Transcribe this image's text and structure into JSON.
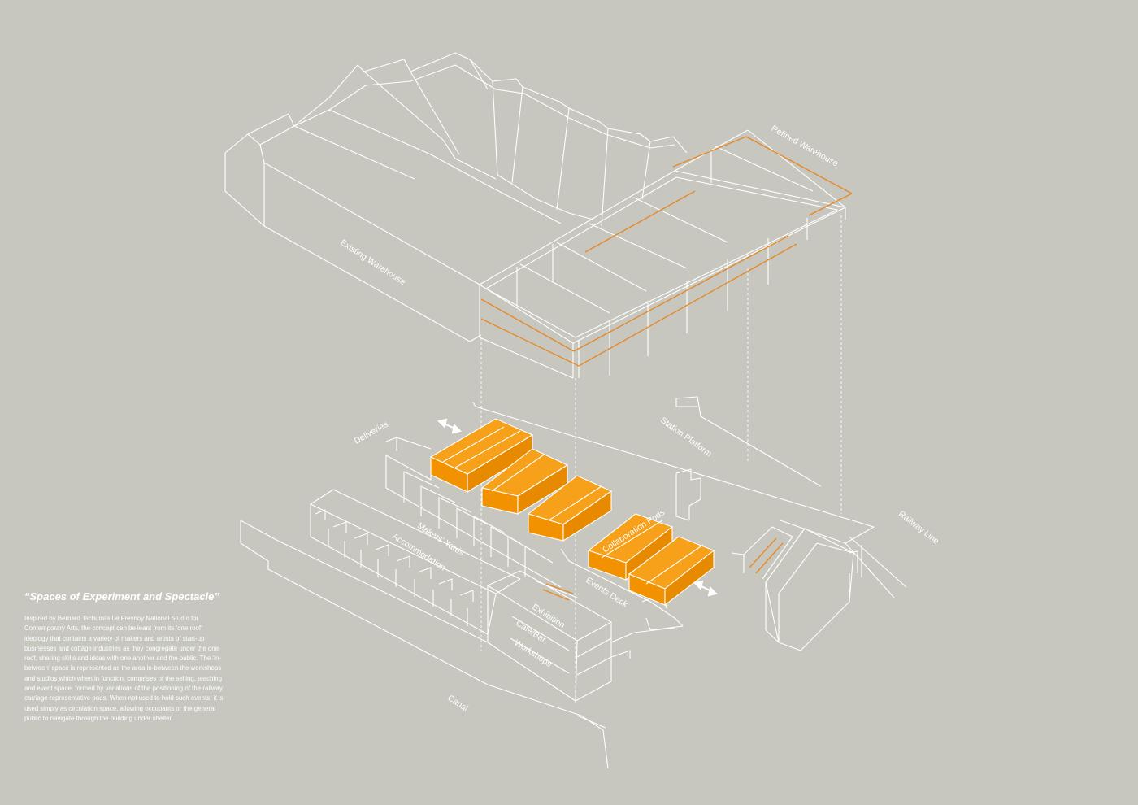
{
  "labels": {
    "existing_warehouse": "Existing Warehouse",
    "refined_warehouse": "Refined Warehouse",
    "deliveries": "Deliveries",
    "station_platform": "Station Platform",
    "railway_line": "Railway Line",
    "makers_yards": "Makers' Yards",
    "accommodation": "Accommodation",
    "collaboration_pods": "Collaboration Pods",
    "events_deck": "Events Deck",
    "exhibition": "Exhibition",
    "cafe_bar": "Cafe/Bar",
    "workshops": "Workshops",
    "canal": "Canal"
  },
  "caption": {
    "title": "“Spaces of Experiment and Spectacle”",
    "body": "Inspired by Bernard Tschumi’s Le Fresnoy National Studio for Contemporary Arts, the concept can be leant from its ‘one roof’ ideology that contains a variety of makers and artists of start-up businesses and cottage industries as they congregate under the one roof, sharing skills and ideas with one another and the public. The ‘in-between’ space is represented as the area in-between the workshops and studios which when in function, comprises of the selling, teaching and event space, formed by variations of the positioning of the railway carriage-representative pods. When not used to hold such events, it is used simply as circulation space, allowing occupants or the general public to navigate through the building under shelter."
  },
  "colors": {
    "background": "#c7c7c0",
    "line": "#ffffff",
    "accent": "#f29200"
  }
}
